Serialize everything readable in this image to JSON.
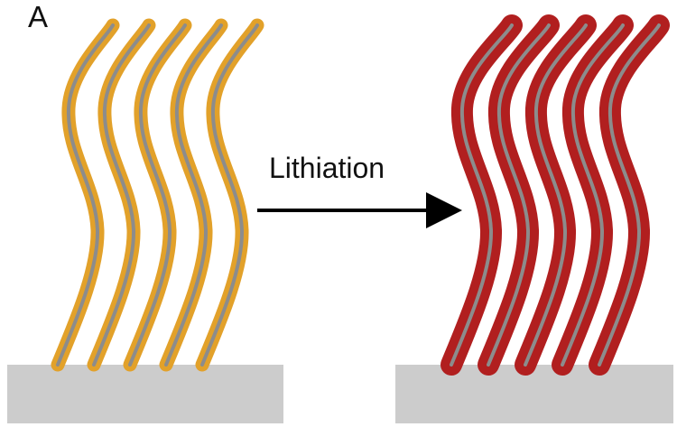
{
  "figure": {
    "panel_label": "A",
    "process_label": "Lithiation",
    "colors": {
      "before_coating": "#e2a12a",
      "after_coating": "#b11f1f",
      "core": "#8c8c8c",
      "substrate": "#cccccc",
      "arrow": "#000000"
    },
    "before": {
      "wire_count": 5
    },
    "after": {
      "wire_count": 5
    }
  }
}
